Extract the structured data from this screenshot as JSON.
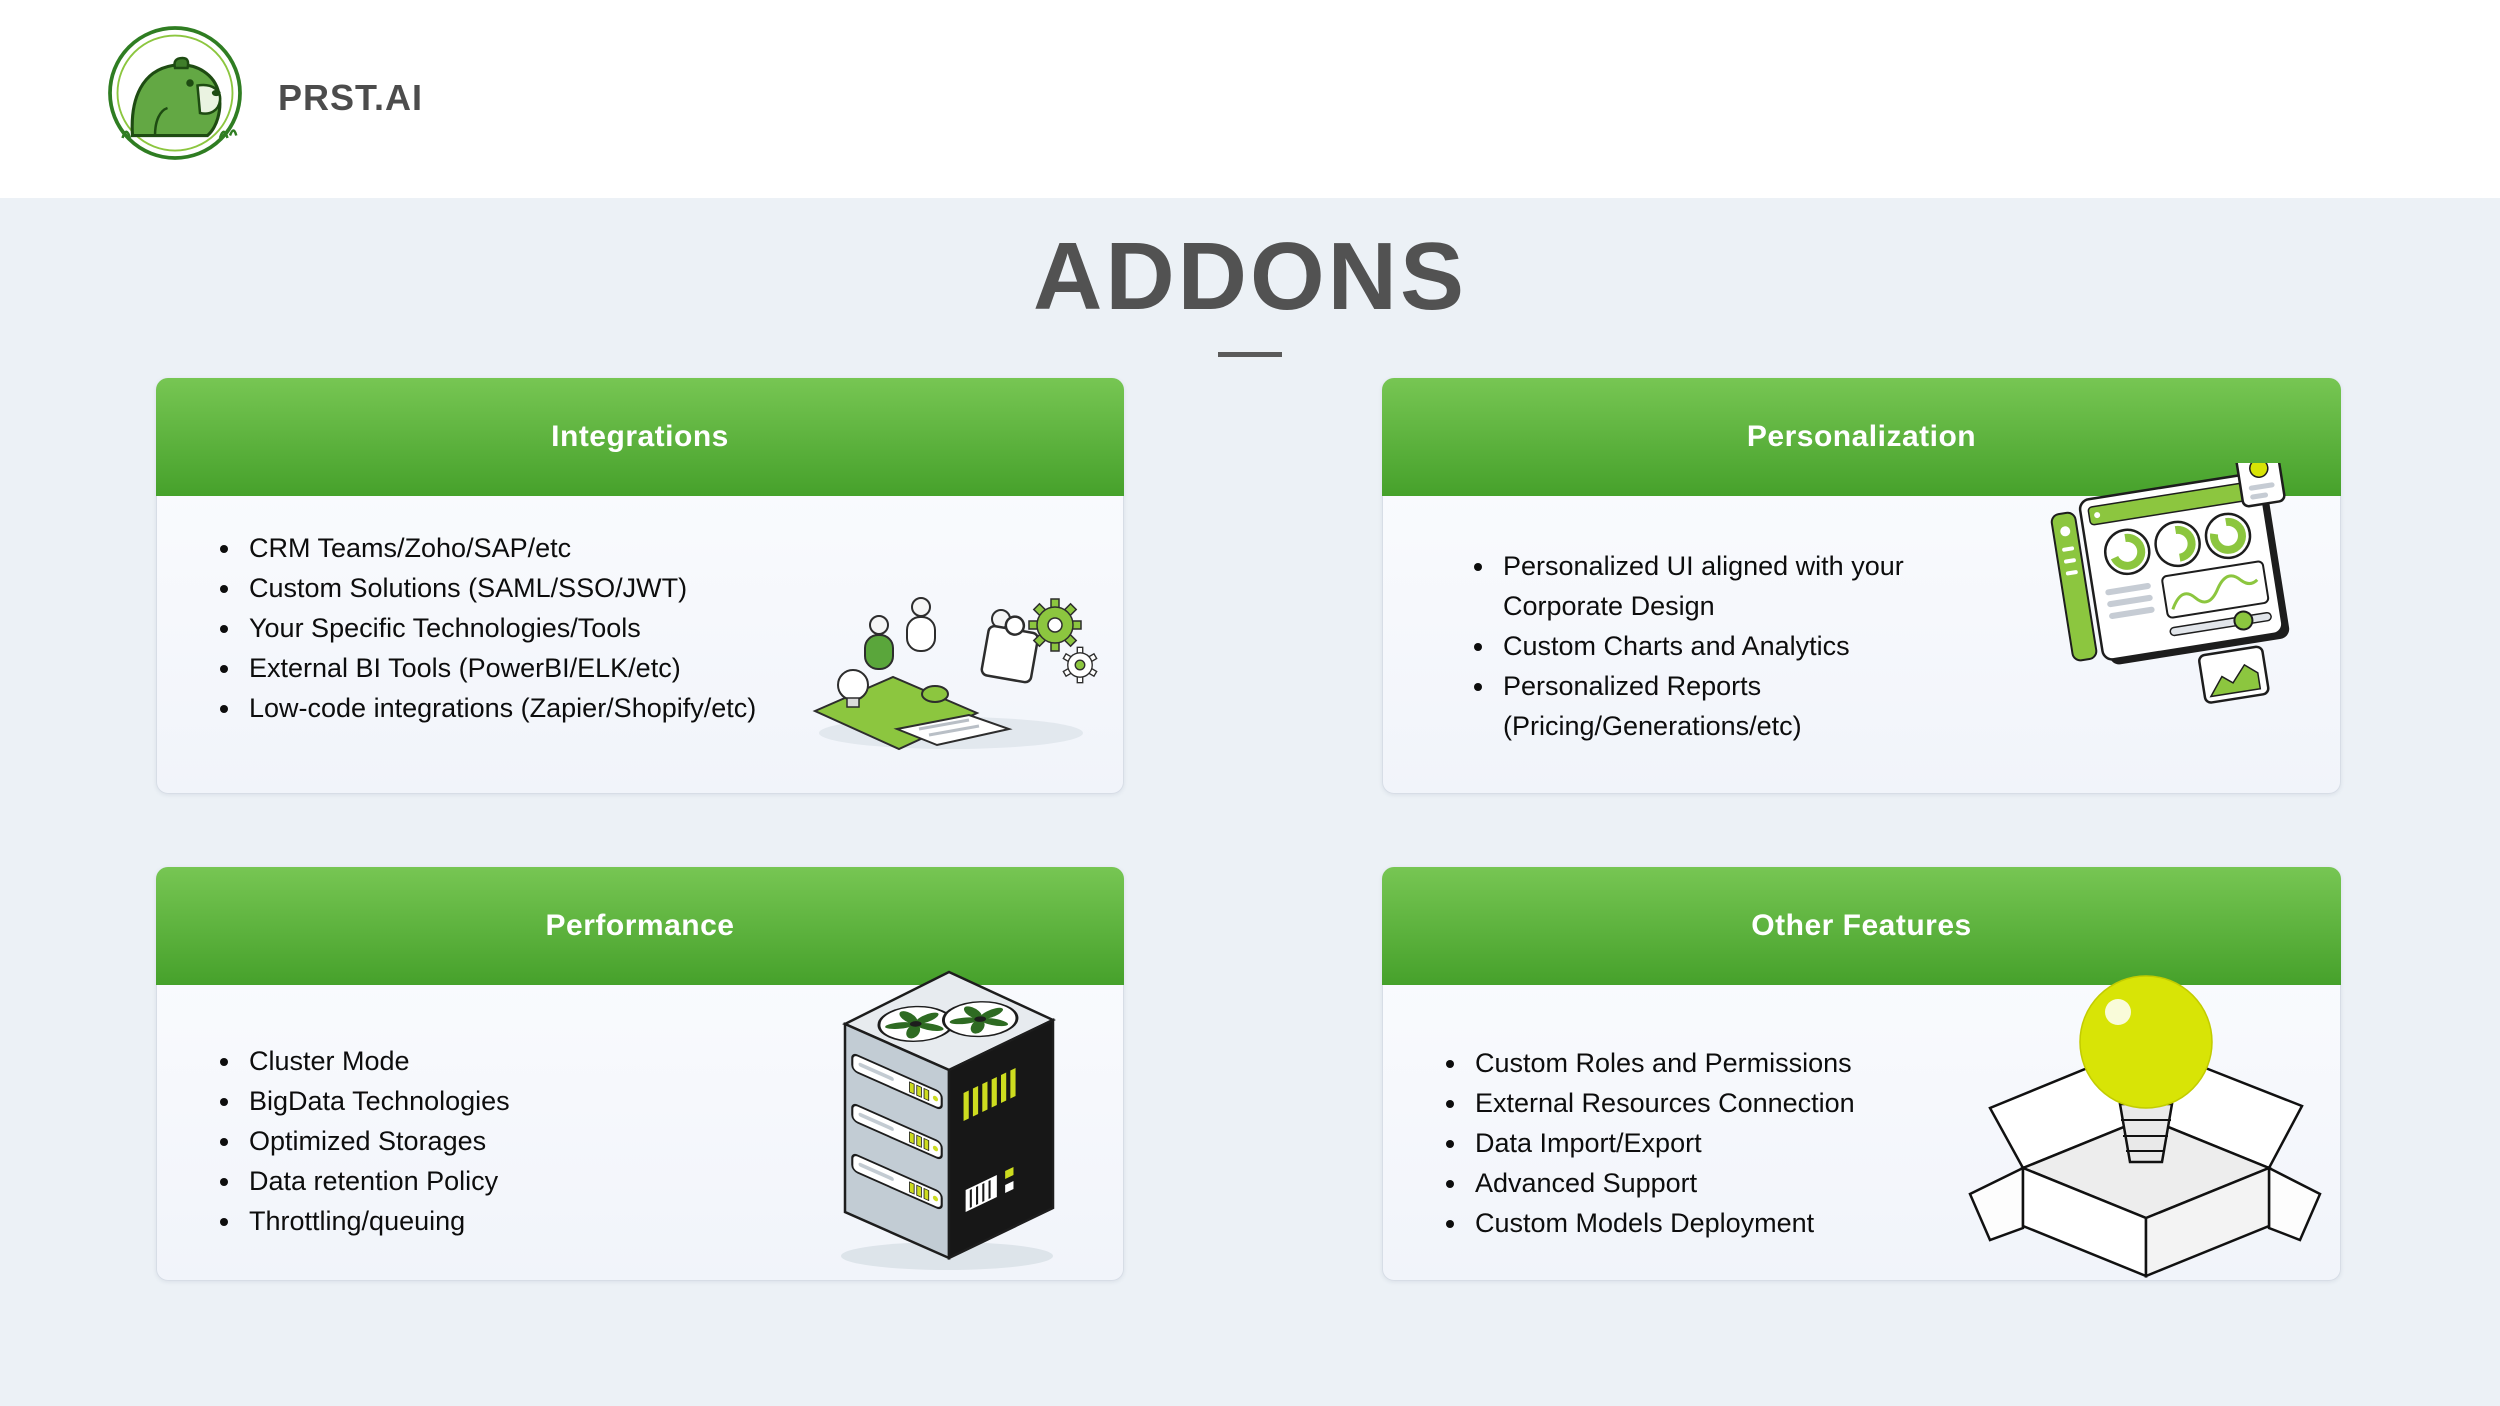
{
  "header": {
    "brand_name": "PRST.AI",
    "logo": "beaver-mascot-icon"
  },
  "page": {
    "title": "ADDONS"
  },
  "colors": {
    "header_green_top": "#77C653",
    "header_green_bottom": "#46A12B",
    "accent_green": "#8CC63F",
    "chartreuse": "#D8E406",
    "background": "#ECF1F6",
    "title_text": "#525252",
    "card_text": "#0D0D0D"
  },
  "cards": [
    {
      "title": "Integrations",
      "illustration": "teamwork-puzzle-gears-illustration",
      "items": [
        "CRM Teams/Zoho/SAP/etc",
        "Custom Solutions (SAML/SSO/JWT)",
        "Your Specific Technologies/Tools",
        "External BI Tools (PowerBI/ELK/etc)",
        "Low-code integrations (Zapier/Shopify/etc)"
      ]
    },
    {
      "title": "Personalization",
      "illustration": "dashboard-charts-illustration",
      "items": [
        "Personalized UI aligned with your Corporate Design",
        "Custom Charts and Analytics",
        "Personalized Reports (Pricing/Generations/etc)"
      ]
    },
    {
      "title": "Performance",
      "illustration": "server-tower-illustration",
      "items": [
        "Cluster Mode",
        "BigData Technologies",
        "Optimized Storages",
        "Data retention Policy",
        "Throttling/queuing"
      ]
    },
    {
      "title": "Other Features",
      "illustration": "lightbulb-in-box-illustration",
      "items": [
        "Custom Roles and Permissions",
        "External Resources Connection",
        "Data Import/Export",
        "Advanced Support",
        "Custom Models Deployment"
      ]
    }
  ]
}
